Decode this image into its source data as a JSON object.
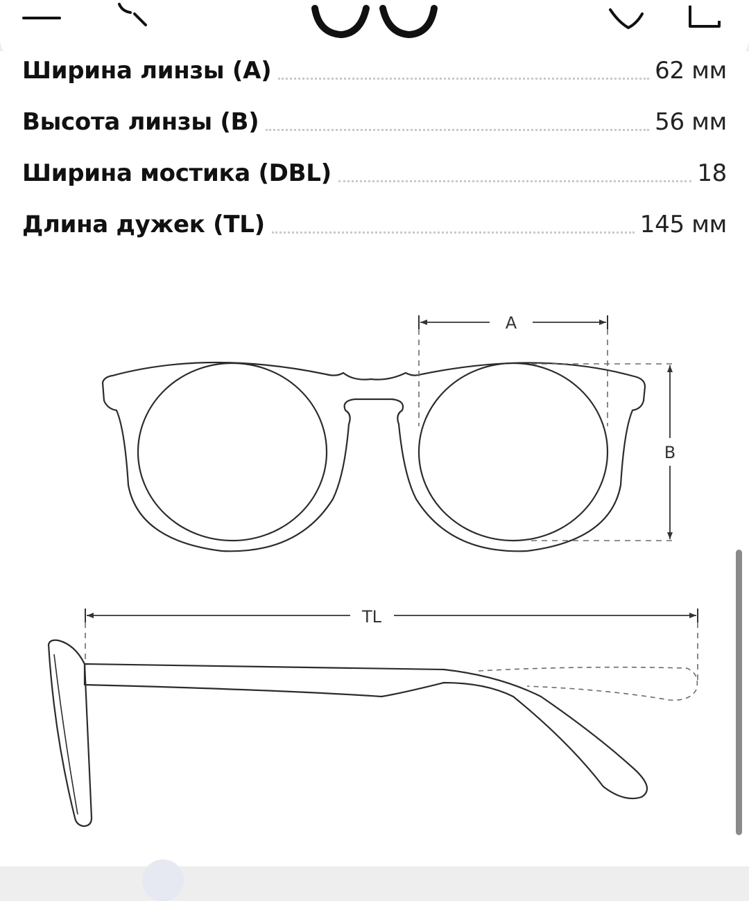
{
  "header": {
    "icons": [
      "menu-icon",
      "search-icon",
      "logo-glasses-icon",
      "favorites-icon",
      "cart-icon"
    ]
  },
  "specs": [
    {
      "label": "Ширина линзы (A)",
      "value": "62 мм"
    },
    {
      "label": "Высота линзы (B)",
      "value": "56 мм"
    },
    {
      "label": "Ширина мостика (DBL)",
      "value": "18"
    },
    {
      "label": "Длина дужек (TL)",
      "value": "145 мм"
    }
  ],
  "diagram": {
    "label_a": "A",
    "label_b": "B",
    "label_tl": "TL"
  },
  "colors": {
    "stroke": "#2b2b2b",
    "dashed": "#6a6a6a",
    "card": "#ffffff",
    "background": "#eeeeee"
  }
}
